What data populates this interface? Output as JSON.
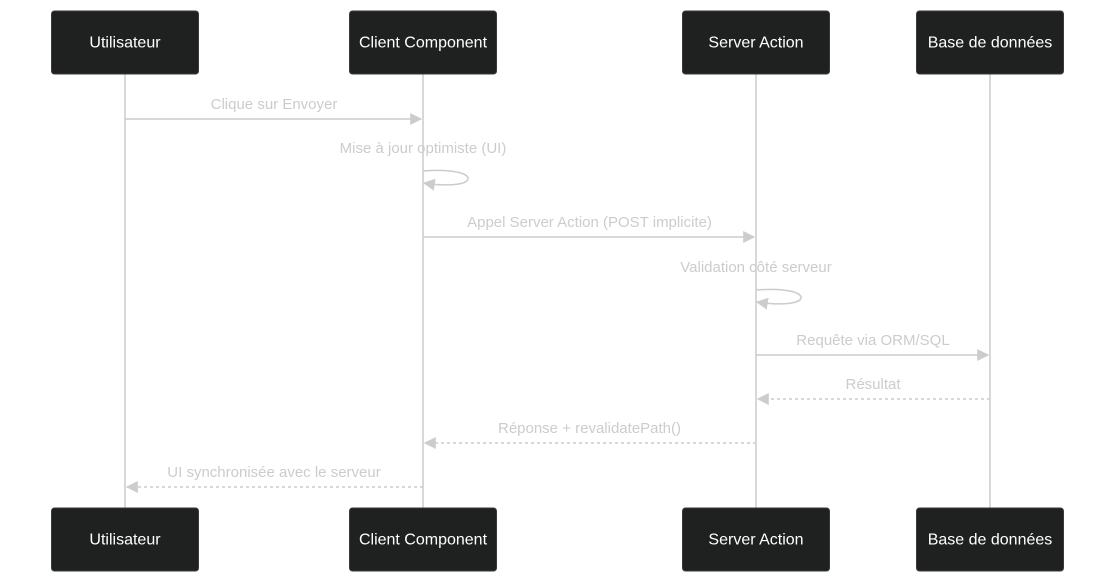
{
  "diagram": {
    "type": "sequence",
    "colors": {
      "actor_fill": "#1f2020",
      "actor_text": "#ffffff",
      "line": "#cccccc",
      "label": "#cccccc",
      "background": "#ffffff"
    },
    "participants": [
      {
        "id": "user",
        "label": "Utilisateur"
      },
      {
        "id": "client",
        "label": "Client Component"
      },
      {
        "id": "server",
        "label": "Server Action"
      },
      {
        "id": "db",
        "label": "Base de données"
      }
    ],
    "messages": [
      {
        "from": "user",
        "to": "client",
        "label": "Clique sur Envoyer",
        "style": "solid"
      },
      {
        "from": "client",
        "to": "client",
        "label": "Mise à jour optimiste (UI)",
        "style": "solid"
      },
      {
        "from": "client",
        "to": "server",
        "label": "Appel Server Action (POST implicite)",
        "style": "solid"
      },
      {
        "from": "server",
        "to": "server",
        "label": "Validation côté serveur",
        "style": "solid"
      },
      {
        "from": "server",
        "to": "db",
        "label": "Requête via ORM/SQL",
        "style": "solid"
      },
      {
        "from": "db",
        "to": "server",
        "label": "Résultat",
        "style": "dashed"
      },
      {
        "from": "server",
        "to": "client",
        "label": "Réponse + revalidatePath()",
        "style": "dashed"
      },
      {
        "from": "client",
        "to": "user",
        "label": "UI synchronisée avec le serveur",
        "style": "dashed"
      }
    ]
  }
}
